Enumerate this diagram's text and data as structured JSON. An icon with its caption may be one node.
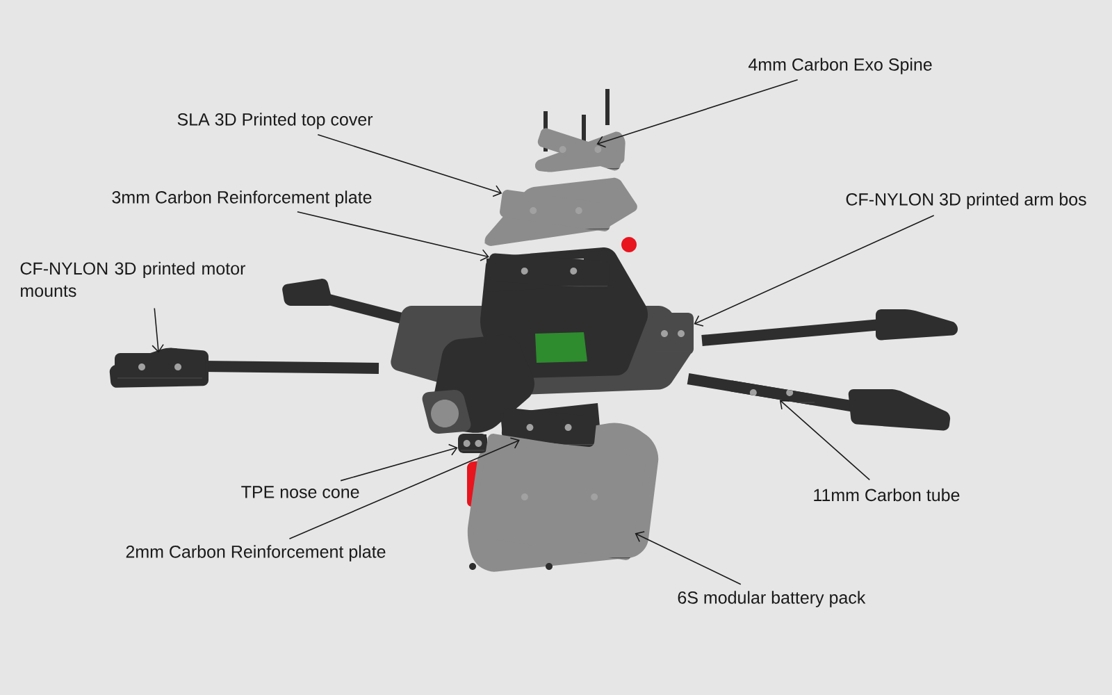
{
  "diagram": {
    "nodes": [
      {
        "text": [
          "4mm Carbon Exo Spine"
        ]
      },
      {
        "text": [
          "SLA 3D Printed top cover"
        ]
      },
      {
        "text": [
          "3mm Carbon Reinforcement plate"
        ]
      },
      {
        "text": [
          "CF-NYLON 3D printed arm bos"
        ]
      },
      {
        "text": [
          "CF-NYLON 3D printed motor mounts"
        ]
      },
      {
        "text": [
          "TPE nose cone"
        ]
      },
      {
        "text": [
          "2mm Carbon Reinforcement plate"
        ]
      },
      {
        "text": [
          "11mm Carbon tube"
        ]
      },
      {
        "text": [
          "6S modular battery pack"
        ]
      },
      {
        "text": [],
        "shape": "picture"
      },
      {
        "text": [],
        "shape": "picture"
      },
      {
        "text": [],
        "shape": "picture"
      },
      {
        "text": [],
        "shape": "picture"
      },
      {
        "text": [],
        "shape": "picture"
      },
      {
        "text": [],
        "shape": "picture"
      },
      {
        "text": [],
        "shape": "picture"
      },
      {
        "text": [],
        "shape": "picture"
      },
      {
        "text": [],
        "shape": "picture"
      }
    ],
    "edges": [
      {
        "from": 0,
        "to": 9,
        "arrow": "to"
      },
      {
        "from": 1,
        "to": 10,
        "arrow": "to"
      },
      {
        "from": 2,
        "to": 11,
        "arrow": "to"
      },
      {
        "from": 3,
        "to": 12,
        "arrow": "to"
      },
      {
        "from": 4,
        "to": 13,
        "arrow": "to"
      },
      {
        "from": 5,
        "to": 14,
        "arrow": "to"
      },
      {
        "from": 6,
        "to": 15,
        "arrow": "to"
      },
      {
        "from": 7,
        "to": 16,
        "arrow": "to"
      },
      {
        "from": 8,
        "to": 17,
        "arrow": "to"
      }
    ]
  }
}
